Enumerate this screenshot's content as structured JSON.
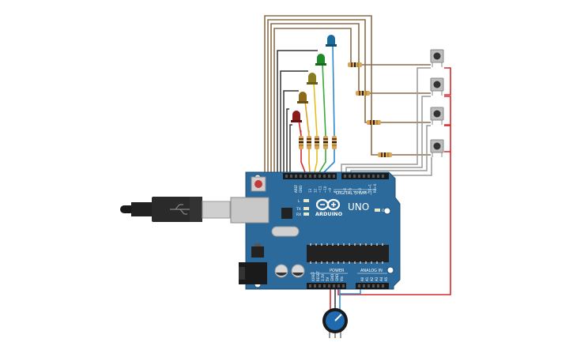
{
  "board": {
    "brand_text": "ARDUINO",
    "model_text": "UNO",
    "digital_label": "DIGITAL (PWM~)",
    "power_label": "POWER",
    "analog_label": "ANALOG IN",
    "on_label": "ON",
    "tx_label": "TX",
    "rx_label": "RX",
    "l_label": "L",
    "aref_label": "AREF",
    "gnd_label": "GND",
    "digital_pins": [
      "13",
      "12",
      "~11",
      "~10",
      "~9",
      "8",
      "7",
      "~6",
      "~5",
      "4",
      "~3",
      "2",
      "TX→1",
      "RX←0"
    ],
    "power_pins": [
      "IOREF",
      "RESET",
      "3.3V",
      "5V",
      "GND",
      "GND",
      "Vin"
    ],
    "analog_pins": [
      "A0",
      "A1",
      "A2",
      "A3",
      "A4",
      "A5"
    ]
  },
  "colors": {
    "board": "#2b6a9a",
    "board_dark": "#1f4f74",
    "wire_brown": "#8b6d4a",
    "wire_black": "#333333",
    "wire_red": "#d62a2a",
    "wire_gray": "#9a9a9a",
    "led_red": "#8b1a1a",
    "led_brown": "#8b6a1a",
    "led_olive": "#8a7a20",
    "led_green": "#1e8a2a",
    "led_blue": "#1a6a9a"
  }
}
